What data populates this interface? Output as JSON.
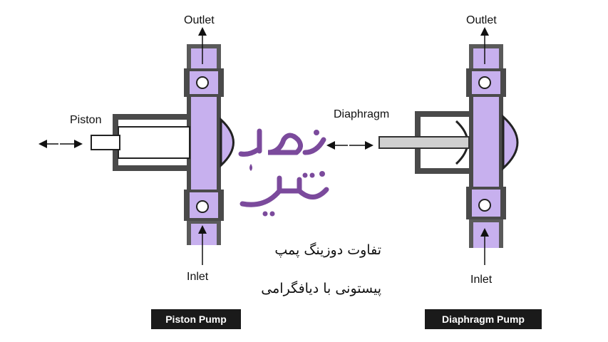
{
  "left_pump": {
    "outlet_label": "Outlet",
    "inlet_label": "Inlet",
    "actuator_label": "Piston",
    "caption": "Piston Pump"
  },
  "right_pump": {
    "outlet_label": "Outlet",
    "inlet_label": "Inlet",
    "actuator_label": "Diaphragm",
    "caption": "Diaphragm Pump"
  },
  "logo": {
    "line1": "فراب",
    "line2": "تجهیز",
    "color": "#7b4a9c"
  },
  "persian_text": {
    "line1": "تفاوت دوزینگ پمپ",
    "line2": "پیستونی با دیافگرامی"
  },
  "colors": {
    "fluid": "#c7b0ee",
    "body": "#4a4a4a",
    "caption_bg": "#1a1a1a"
  }
}
